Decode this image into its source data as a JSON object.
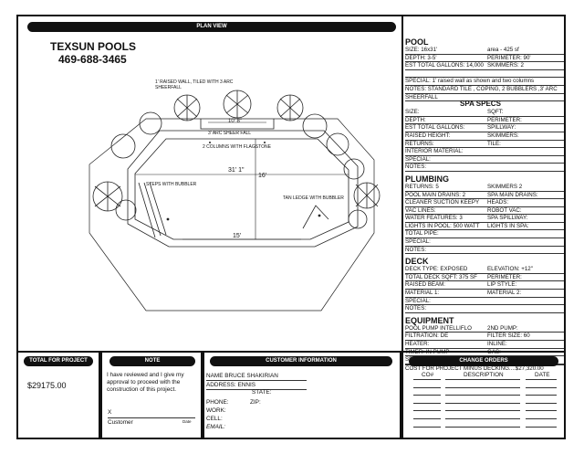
{
  "header": {
    "plan_view": "PLAN VIEW"
  },
  "company": {
    "name": "TEXSUN POOLS",
    "phone": "469-688-3465"
  },
  "drawing": {
    "raised_wall_note": "1' RAISED WALL, TILED WITH 3 ARC SHEERFALL",
    "width_top": "10' 8\"",
    "arc_sheer": "3' ARC SHEER FALL",
    "columns_note": "2 COLUMNS WITH FLAGSTONE",
    "length": "31' 1\"",
    "depth_dim": "16'",
    "steps_note": "STEPS WITH BUBBLER",
    "ledge_note": "TAN LEDGE WITH BUBBLER",
    "bottom_dim": "15'"
  },
  "specs": {
    "pool_title": "POOL",
    "pool": [
      [
        "SIZE: 16x31'",
        "area - 425 sf"
      ],
      [
        "DEPTH: 3-5'",
        "PERIMETER: 90'"
      ],
      [
        "EST TOTAL GALLONS: 14,000",
        "SKIMMERS: 2"
      ],
      [
        "",
        ""
      ],
      [
        "SPECIAL: 1' raised wall as shown and two columns",
        ""
      ],
      [
        "NOTES: STANDARD TILE , COPING, 2 BUBBLERS ,3' ARC",
        ""
      ],
      [
        "SHEERFALL",
        ""
      ]
    ],
    "spa_title": "SPA SPECS",
    "spa": [
      [
        "SIZE:",
        "SQFT:"
      ],
      [
        "DEPTH:",
        "PERIMETER:"
      ],
      [
        "EST TOTAL GALLONS:",
        "SPILLWAY:"
      ],
      [
        "RAISED HEIGHT:",
        "SKIMMERS:"
      ],
      [
        "RETURNS:",
        "TILE:"
      ],
      [
        "INTERIOR MATERIAL:",
        ""
      ],
      [
        "SPECIAL:",
        ""
      ],
      [
        "NOTES:",
        ""
      ]
    ],
    "plumbing_title": "PLUMBING",
    "plumbing": [
      [
        "RETURNS: 5",
        "SKIMMERS 2"
      ],
      [
        "POOL MAIN DRAINS: 2",
        "SPA MAIN DRAINS:"
      ],
      [
        "CLEANER SUCTION KEEPY",
        "HEADS:"
      ],
      [
        "VAC LINES:",
        "ROBOT VAC:"
      ],
      [
        "WATER FEATURES: 3",
        "SPA SPILLWAY:"
      ],
      [
        "LIGHTS IN POOL: 500 WATT",
        "LIGHTS IN SPA:"
      ],
      [
        "TOTAL PIPE:",
        ""
      ],
      [
        "SPECIAL:",
        ""
      ],
      [
        "NOTES:",
        ""
      ]
    ],
    "deck_title": "DECK",
    "deck": [
      [
        "DECK TYPE: EXPOSED",
        "ELEVATION: +12\""
      ],
      [
        "TOTAL DECK SQFT: 375 SF",
        "PERIMETER:"
      ],
      [
        "RAISED BEAM:",
        "LIP STYLE:"
      ],
      [
        "MATERIAL 1:",
        "MATERIAL 2:"
      ],
      [
        "SPECIAL:",
        ""
      ],
      [
        "NOTES:",
        ""
      ]
    ],
    "equipment_title": "EQUIPMENT",
    "equipment": [
      [
        "POOL PUMP INTELLIFLO",
        "2ND PUMP:"
      ],
      [
        "FILTRATION: DE",
        "FILTER SIZE: 60"
      ],
      [
        "HEATER:",
        "INLINE:"
      ],
      [
        "TIMER: IN PUMP",
        "GAS:"
      ],
      [
        "SPECIAL:",
        ""
      ]
    ],
    "cost": "COST FOR PROJECT MINUS DECKING....$27,320.00"
  },
  "total": {
    "title": "TOTAL FOR PROJECT",
    "amount": "$29175.00"
  },
  "note": {
    "title": "NOTE",
    "lines": [
      "I have reviewed and I give my",
      "approval to proceed with the",
      "construction of this project."
    ],
    "x": "X",
    "customer": "Customer",
    "date": "Date"
  },
  "customer": {
    "title": "CUSTOMER INFORMATION",
    "name": "NAME   BRUCE SHAKIRIAN",
    "address": "ADDRESS: ENNIS",
    "state": "STATE:",
    "phone": "PHONE:",
    "zip": "ZIP:",
    "work": "WORK:",
    "cell": "CELL:",
    "email": "EMAIL:"
  },
  "change_orders": {
    "title": "CHANGE ORDERS",
    "cols": [
      "CO#",
      "DESCRIPTION",
      "DATE"
    ]
  }
}
